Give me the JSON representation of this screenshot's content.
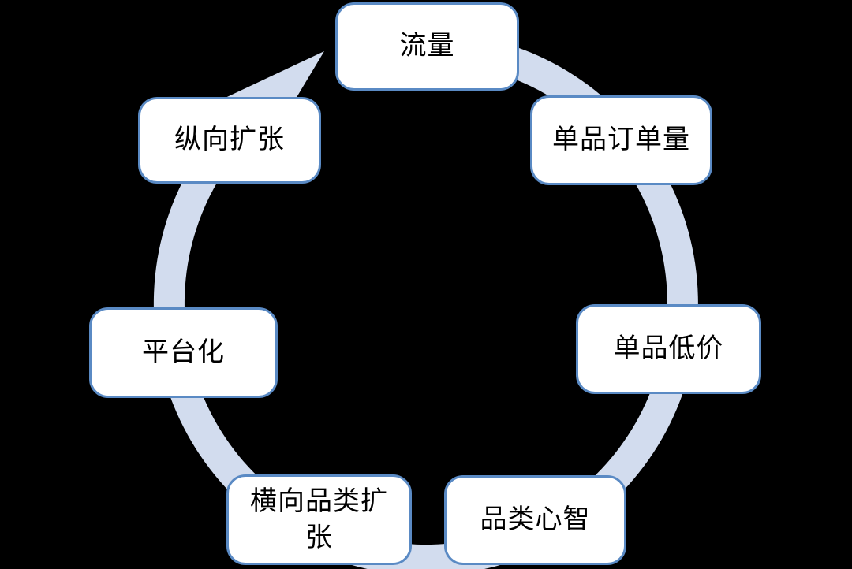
{
  "diagram": {
    "kind": "circular-cycle",
    "flow_direction": "clockwise",
    "colors": {
      "background": "#000000",
      "ring": "#d2dcee",
      "node_border": "#5a8ac4",
      "node_fill": "#ffffff",
      "label_text": "#000000"
    },
    "nodes": [
      {
        "label": "流量",
        "position": "top"
      },
      {
        "label": "单品订单量",
        "position": "top-right"
      },
      {
        "label": "单品低价",
        "position": "right"
      },
      {
        "label": "品类心智",
        "position": "bottom-right"
      },
      {
        "label": "横向品类扩张",
        "position": "bottom-left"
      },
      {
        "label": "平台化",
        "position": "left"
      },
      {
        "label": "纵向扩张",
        "position": "top-left"
      }
    ]
  }
}
